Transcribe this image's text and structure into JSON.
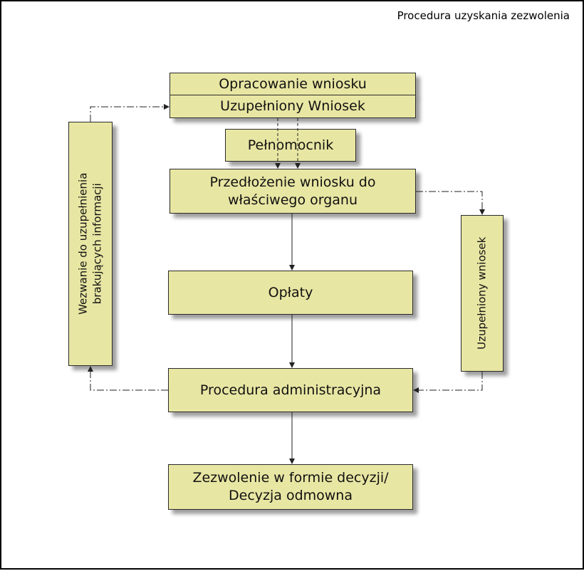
{
  "title": "Procedura uzyskania zezwolenia",
  "boxes": {
    "opracowanie": "Opracowanie wniosku",
    "uzupelniony_wniosek": "Uzupełniony Wniosek",
    "pelnomocnik": "Pełnomocnik",
    "przedlozenie": "Przedłożenie wniosku do\nwłaściwego organu",
    "oplaty": "Opłaty",
    "procedura": "Procedura administracyjna",
    "zezwolenie": "Zezwolenie w formie decyzji/\nDecyzja odmowna",
    "wezwanie": "Wezwanie do uzupełnienia\nbrakujących informacji",
    "uzupelniony_wniosek_side": "Uzupełniony wniosek"
  },
  "colors": {
    "box_fill": "#e8e6a3",
    "border": "#2a2a2a",
    "arrow": "#222222"
  }
}
